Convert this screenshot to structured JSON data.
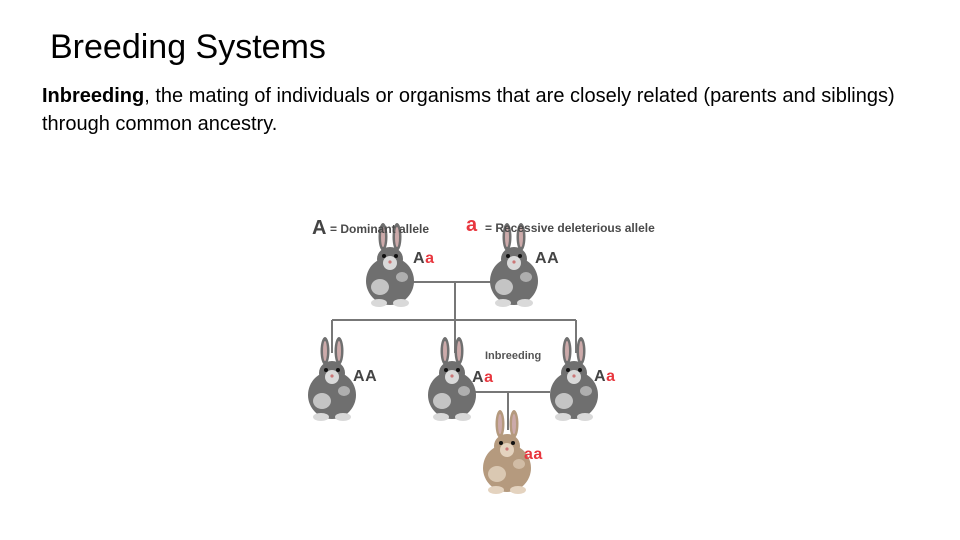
{
  "title": "Breeding Systems",
  "body": {
    "term": "Inbreeding",
    "definition": ", the mating of individuals or organisms that are closely related (parents and siblings) through common ancestry."
  },
  "figure": {
    "legend": {
      "dominant_symbol": "A",
      "dominant_label": "= Dominant allele",
      "recessive_symbol": "a",
      "recessive_label": "= Recessive deleterious allele"
    },
    "edge_label": "Inbreeding",
    "rabbits": {
      "parent_left": {
        "allele1": "A",
        "allele2": "a",
        "color": "gray"
      },
      "parent_right": {
        "allele1": "A",
        "allele2": "A",
        "color": "gray"
      },
      "child_left": {
        "allele1": "A",
        "allele2": "A",
        "color": "gray"
      },
      "child_middle": {
        "allele1": "A",
        "allele2": "a",
        "color": "gray"
      },
      "child_right": {
        "allele1": "A",
        "allele2": "a",
        "color": "gray"
      },
      "offspring": {
        "allele1": "a",
        "allele2": "a",
        "color": "brown"
      }
    },
    "colors": {
      "dominant": "#444444",
      "recessive": "#e8373f",
      "gray_fur": "#6f6f6f",
      "brown_fur": "#b59a7e",
      "line": "#777777"
    }
  }
}
